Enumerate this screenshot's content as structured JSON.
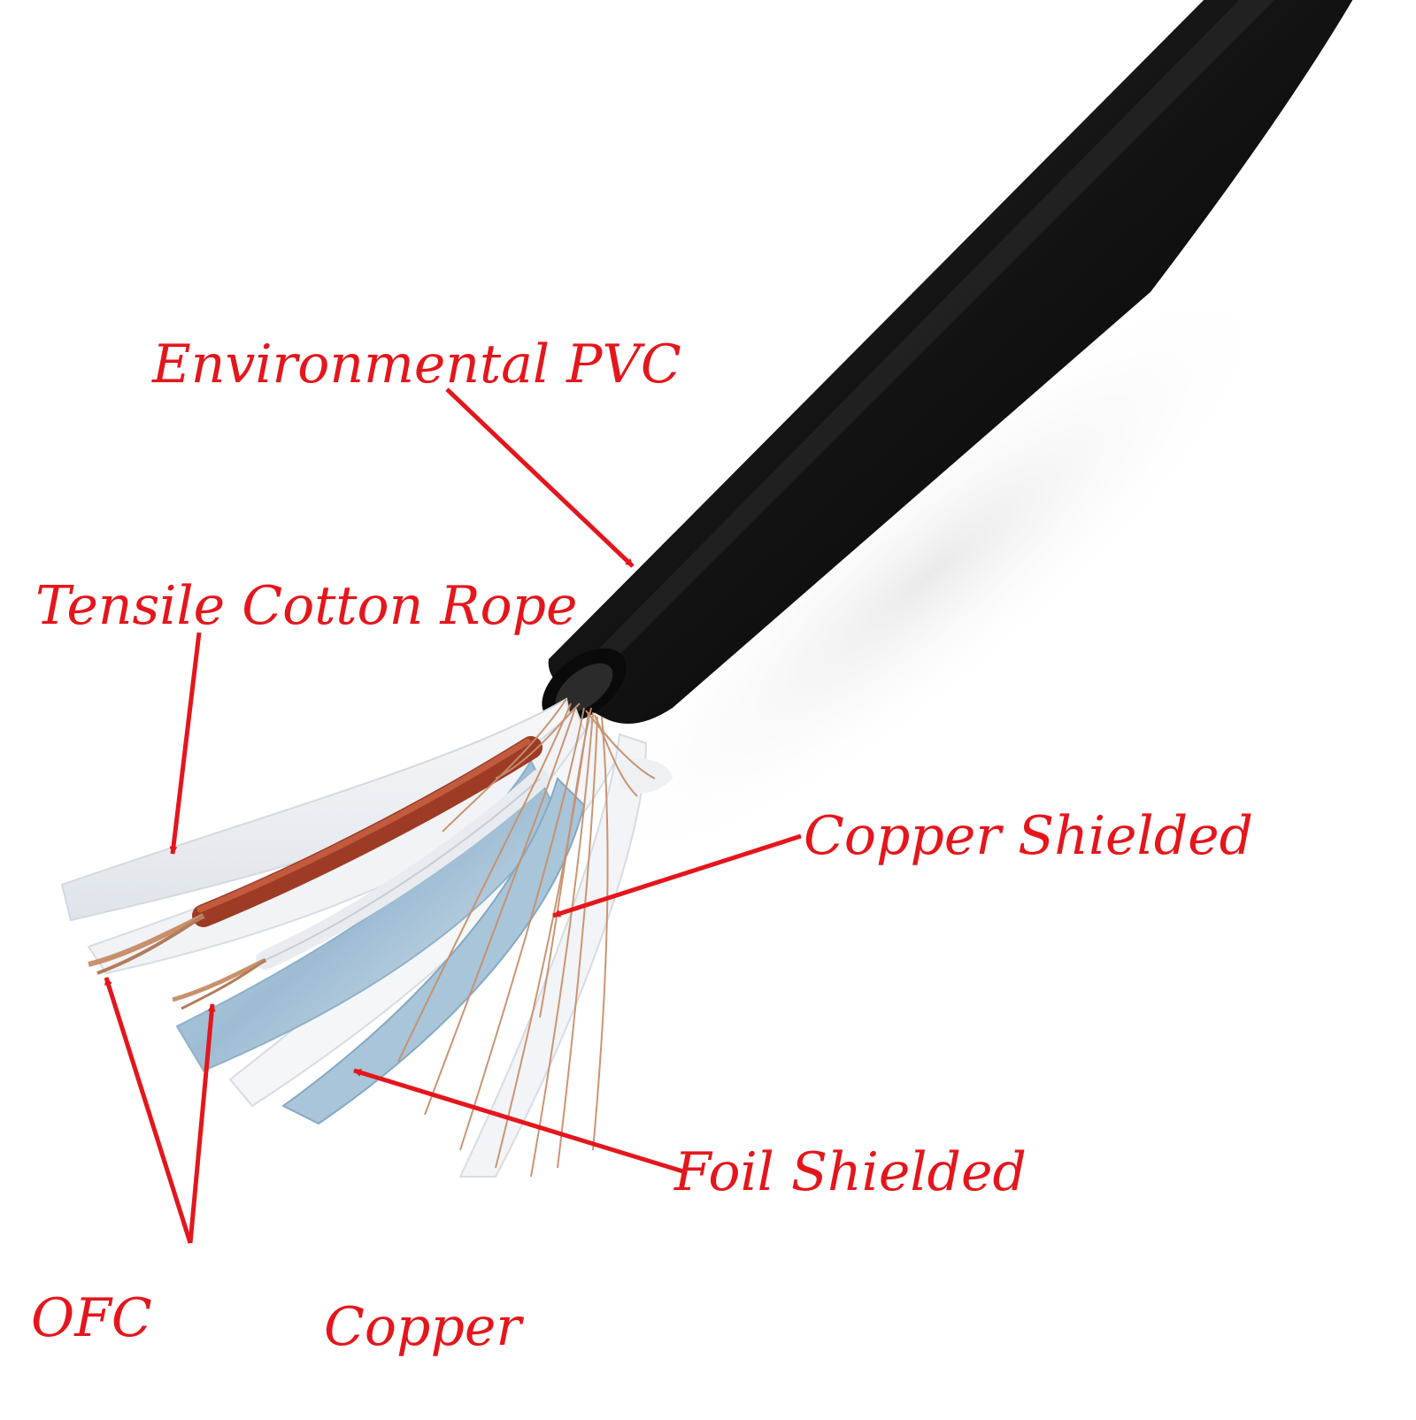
{
  "labels": {
    "environmental_pvc": "Environmental PVC",
    "tensile_cotton_rope": "Tensile Cotton Rope",
    "copper_shielded": "Copper Shielded",
    "foil_shielded": "Foil Shielded",
    "ofc": "OFC",
    "copper": "Copper"
  },
  "colors": {
    "label": "#e4161c",
    "arrow": "#e4161c",
    "jacket": "#141414",
    "foil": "#a9c6dc",
    "copper_wire": "#c8906c",
    "red_insulation": "#9d3b25",
    "white_core": "#ecf0f3",
    "background": "#ffffff"
  }
}
